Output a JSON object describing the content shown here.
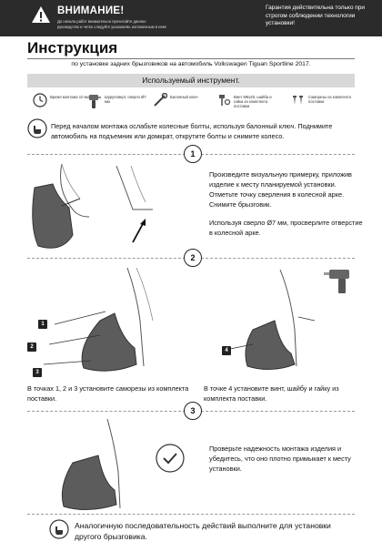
{
  "header": {
    "warning_title": "ВНИМАНИЕ!",
    "warning_sub": "До начала работ внимательно прочитайте данное руководство и четко следуйте указаниям, изложенным в нем!",
    "guarantee": "Гарантия действительна только при строгом соблюдении технологии установки!"
  },
  "title": "Инструкция",
  "subtitle": "по установке задних брызговиков на автомобиль Volkswagen Tiguan Sportline 2017.",
  "tools_heading": "Используемый инструмент.",
  "tools": [
    {
      "icon": "clock-icon",
      "label": "Время монтажа 10 минут"
    },
    {
      "icon": "screwdriver-icon",
      "label": "Шуруповерт, сверло Ø7 мм"
    },
    {
      "icon": "wheel-wrench-icon",
      "label": "Балонный ключ"
    },
    {
      "icon": "bolt-icon",
      "label": "Винт M6x20, шайба и гайка из комплекта поставки"
    },
    {
      "icon": "screws-icon",
      "label": "Саморезы из комплекта поставки"
    }
  ],
  "intro": "Перед началом монтажа ослабьте колесные болты, используя балонный ключ. Поднимите автомобиль на подъемник или домкрат, открутите болты и снимите колесо.",
  "steps": [
    {
      "number": "1",
      "text_a": "Произведите визуальную примерку, приложив изделие к месту планируемой установки. Отметьте точку сверления в колесной арке. Снимите брызговик.",
      "text_b": "Используя сверло Ø7 мм, просверлите отверстие в колесной арке."
    },
    {
      "number": "2",
      "labels": [
        "1",
        "2",
        "3",
        "4"
      ],
      "text_left": "В точках 1, 2 и 3 установите саморезы из комплекта поставки.",
      "text_right": "В точке 4 установите винт, шайбу и гайку из комплекта поставки."
    },
    {
      "number": "3",
      "text": "Проверьте надежность монтажа изделия и убедитесь, что оно плотно примыкает к месту установки."
    }
  ],
  "footer": "Аналогичную последовательность действий выполните для установки другого брызговика."
}
